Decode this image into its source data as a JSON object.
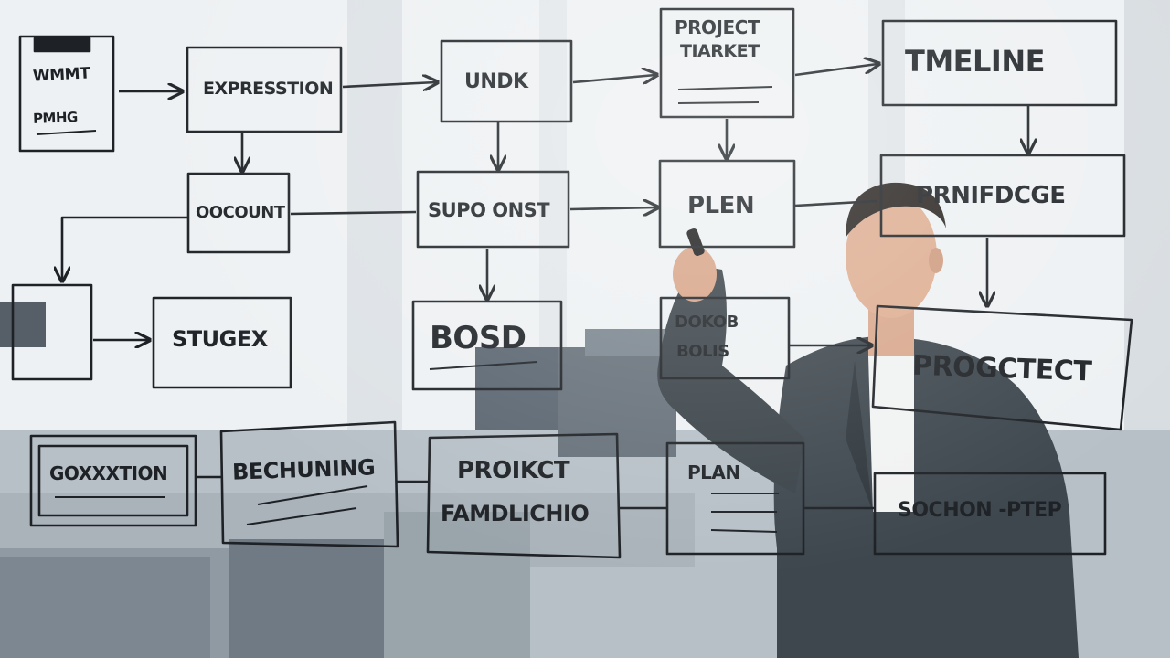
{
  "board": {
    "nodes": {
      "wmmt": "WMMT",
      "pmhg": "PMHG",
      "expression": "EXPRESSTION",
      "unok": "UNDK",
      "project_target_line1": "PROJECT",
      "project_target_line2": "TIARKET",
      "timeline": "TMELINE",
      "document": "OOCOUNT",
      "support": "SUPO ONST",
      "plan": "PLEN",
      "performance": "PRNIFDCGE",
      "study": "STUGEX",
      "bosd": "BOSD",
      "goals_line1": "DOKOB",
      "goals_line2": "BOLIS",
      "project_right": "PROGCTECT",
      "execution": "GOXXXTION",
      "beginning": "BECHUNING",
      "project_funding_line1": "PROIKCT",
      "project_funding_line2": "FAMDLICHIO",
      "plan_bottom": "PLAN",
      "solution_step": "SOCHON -PTEP"
    }
  }
}
